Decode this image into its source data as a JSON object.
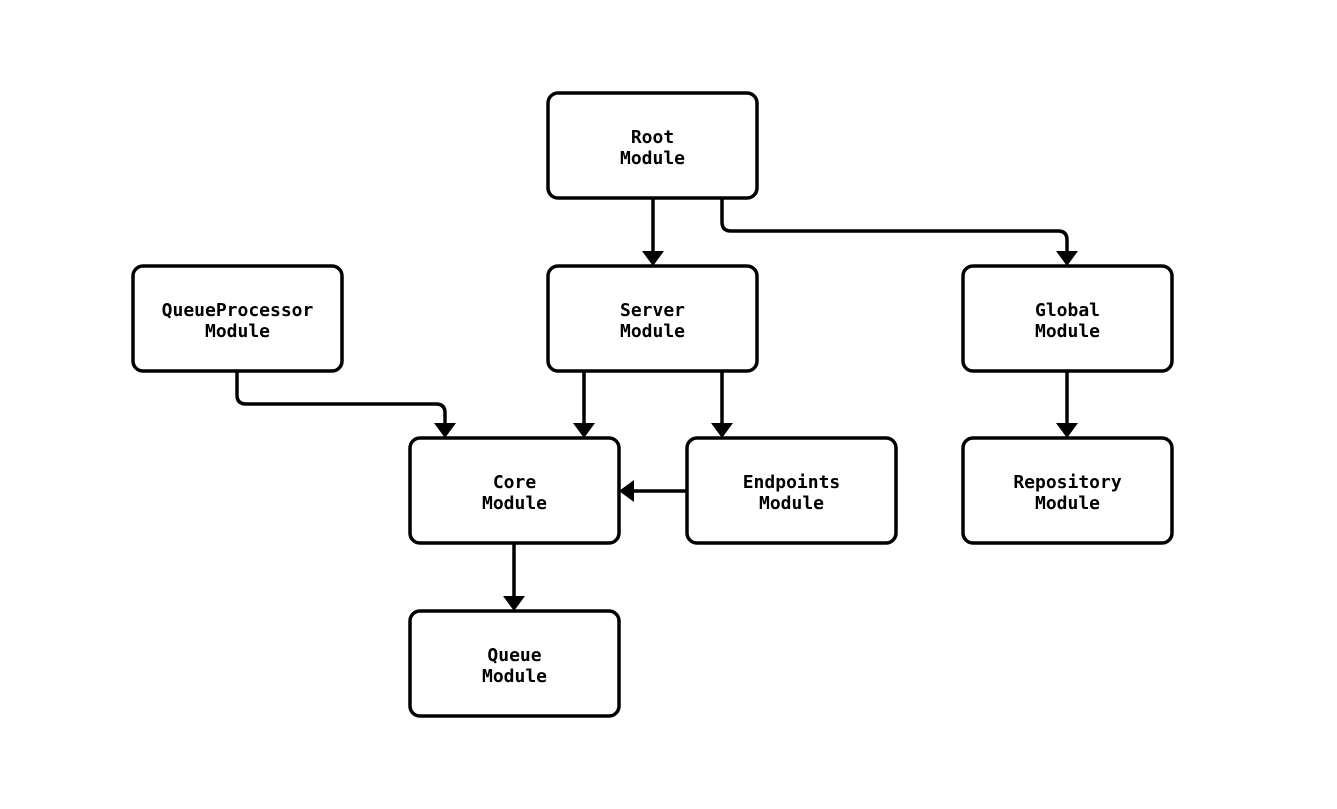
{
  "diagram": {
    "type": "module-dependency-flowchart",
    "background_color": "#ffffff",
    "node_fill_color": "#ffffff",
    "stroke_color": "#000000",
    "nodes": {
      "root": {
        "line1": "Root",
        "line2": "Module"
      },
      "server": {
        "line1": "Server",
        "line2": "Module"
      },
      "queueprocessor": {
        "line1": "QueueProcessor",
        "line2": "Module"
      },
      "global": {
        "line1": "Global",
        "line2": "Module"
      },
      "core": {
        "line1": "Core",
        "line2": "Module"
      },
      "endpoints": {
        "line1": "Endpoints",
        "line2": "Module"
      },
      "repository": {
        "line1": "Repository",
        "line2": "Module"
      },
      "queue": {
        "line1": "Queue",
        "line2": "Module"
      }
    },
    "edges": [
      {
        "from": "Root Module",
        "to": "Server Module"
      },
      {
        "from": "Root Module",
        "to": "Global Module"
      },
      {
        "from": "QueueProcessor Module",
        "to": "Core Module"
      },
      {
        "from": "Server Module",
        "to": "Core Module"
      },
      {
        "from": "Server Module",
        "to": "Endpoints Module"
      },
      {
        "from": "Endpoints Module",
        "to": "Core Module"
      },
      {
        "from": "Core Module",
        "to": "Queue Module"
      },
      {
        "from": "Global Module",
        "to": "Repository Module"
      }
    ]
  }
}
